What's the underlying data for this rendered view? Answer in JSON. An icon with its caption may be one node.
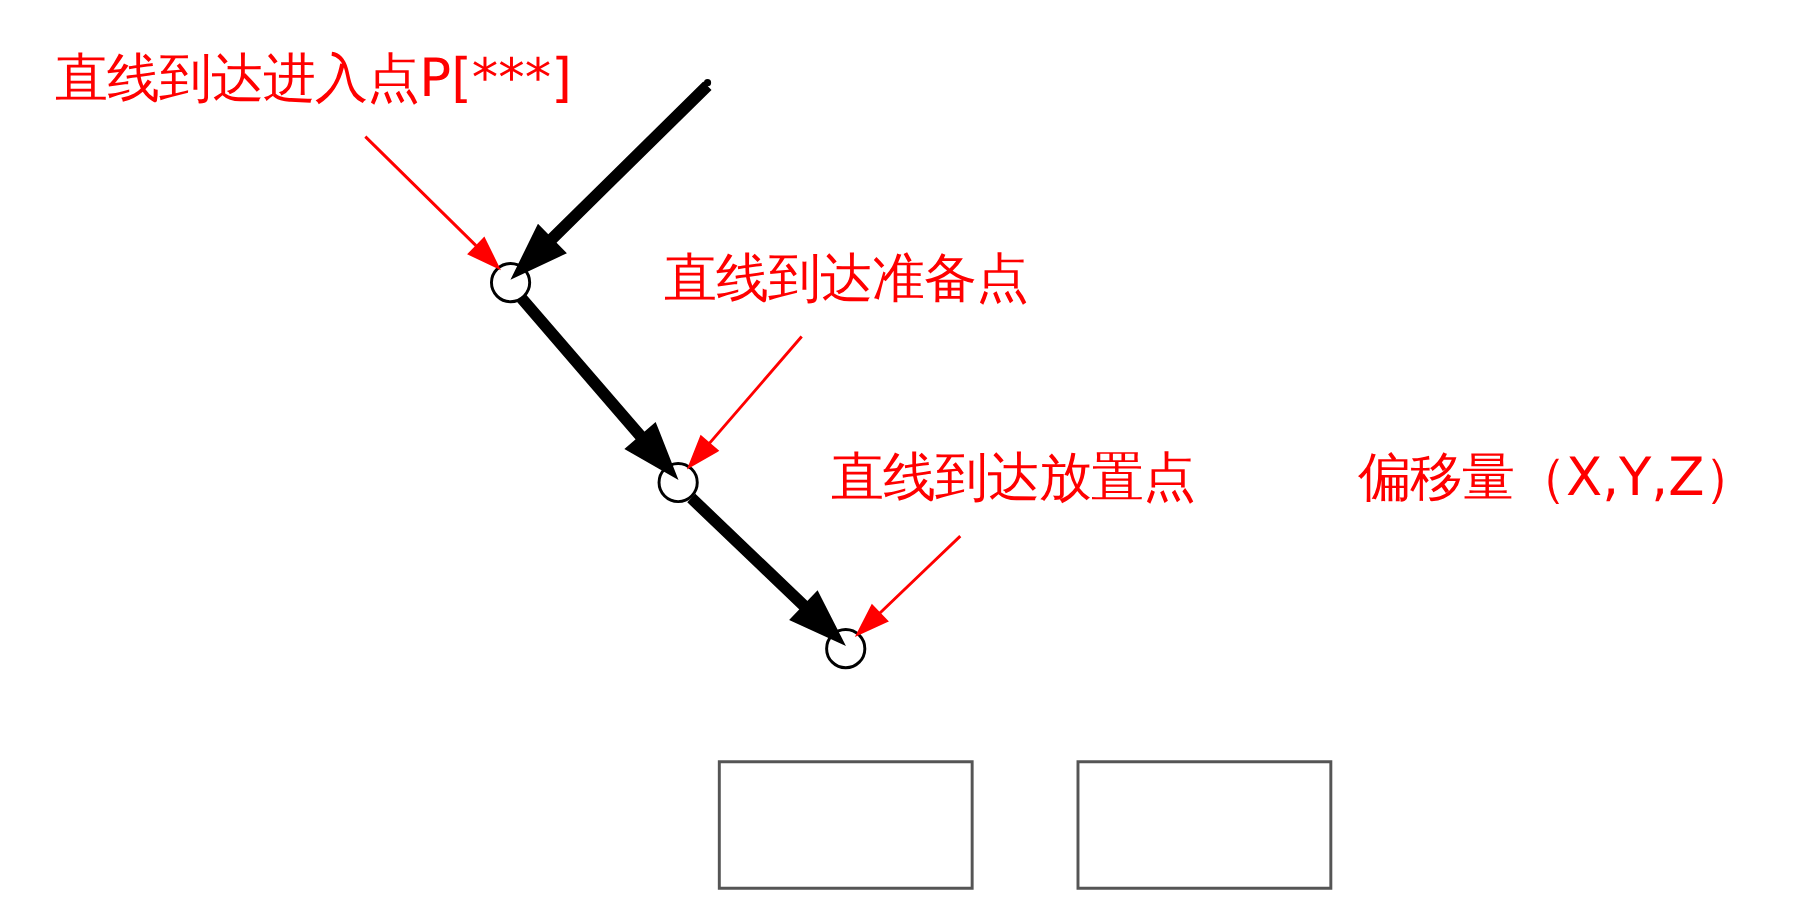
{
  "diagram": {
    "nodes": [
      {
        "text": [
          "直线到达进入点P[***]"
        ]
      },
      {
        "text": [],
        "shape": "circle"
      },
      {
        "text": [
          "直线到达准备点"
        ]
      },
      {
        "text": [],
        "shape": "circle"
      },
      {
        "text": [
          "直线到达放置点"
        ]
      },
      {
        "text": [],
        "shape": "circle"
      },
      {
        "text": [],
        "shape": "box"
      },
      {
        "text": [],
        "shape": "box"
      }
    ],
    "edges": [
      {
        "from": null,
        "to": 1,
        "arrow": "to",
        "style": "thick"
      },
      {
        "from": 1,
        "to": 3,
        "arrow": "to",
        "style": "thick"
      },
      {
        "from": 3,
        "to": 5,
        "arrow": "to",
        "style": "thick"
      },
      {
        "from": 0,
        "to": 1,
        "arrow": "to",
        "color": "#ff0000"
      },
      {
        "from": 2,
        "to": 3,
        "arrow": "to",
        "color": "#ff0000"
      },
      {
        "from": 4,
        "to": 5,
        "arrow": "to",
        "color": "#ff0000"
      }
    ],
    "labels": [
      "偏移量（X,Y,Z）"
    ]
  }
}
